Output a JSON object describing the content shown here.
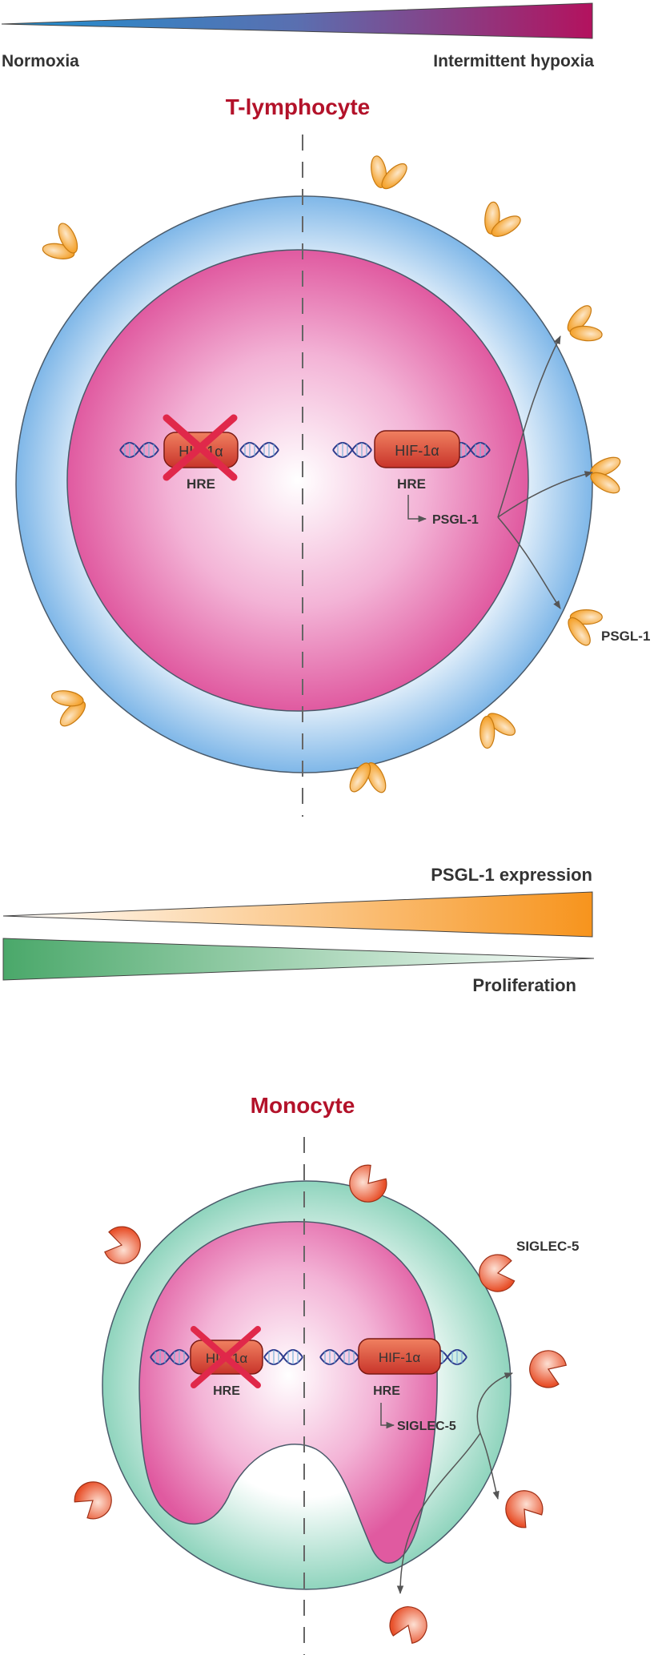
{
  "gradient_top": {
    "left_label": "Normoxia",
    "right_label": "Intermittent hypoxia",
    "start_color": "#1e90d0",
    "end_color": "#b3125e"
  },
  "t_cell": {
    "title": "T-lymphocyte",
    "gene_label": "HIF-1α",
    "hre_label": "HRE",
    "target_label": "PSGL-1",
    "receptor_label": "PSGL-1",
    "membrane_color": "#7fb7e8",
    "nucleus_color": "#e05aa0",
    "receptor_color": "#f5a430"
  },
  "middle_gradients": {
    "expression_label": "PSGL-1 expression",
    "proliferation_label": "Proliferation",
    "expression_color": "#f7941d",
    "proliferation_color": "#4aa86a"
  },
  "monocyte": {
    "title": "Monocyte",
    "gene_label": "HIF-1α",
    "hre_label": "HRE",
    "target_label": "SIGLEC-5",
    "receptor_label": "SIGLEC-5",
    "membrane_color": "#8fd4bd",
    "nucleus_color": "#e05aa0",
    "receptor_color": "#e8502a"
  }
}
